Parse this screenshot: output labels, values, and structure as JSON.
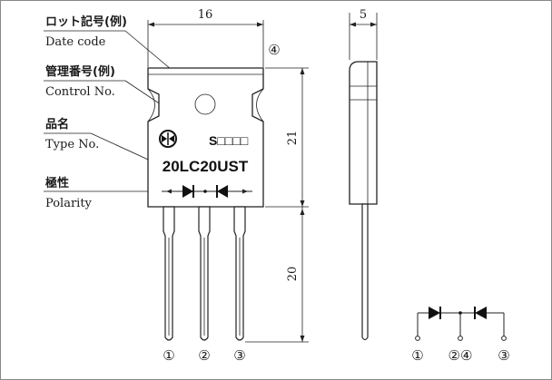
{
  "labels": {
    "date_code_jp": "ロット記号(例)",
    "date_code_en": "Date code",
    "control_no_jp": "管理番号(例)",
    "control_no_en": "Control No.",
    "type_no_jp": "品名",
    "type_no_en": "Type No.",
    "polarity_jp": "極性",
    "polarity_en": "Polarity"
  },
  "package": {
    "date_code_value": "S□□□□",
    "type_number": "20LC20UST"
  },
  "dimensions": {
    "width": "16",
    "thickness": "5",
    "body_height": "21",
    "lead_length": "20"
  },
  "pins": {
    "p1": "①",
    "p2": "②",
    "p3": "③",
    "p4": "④",
    "p24": "②④"
  }
}
